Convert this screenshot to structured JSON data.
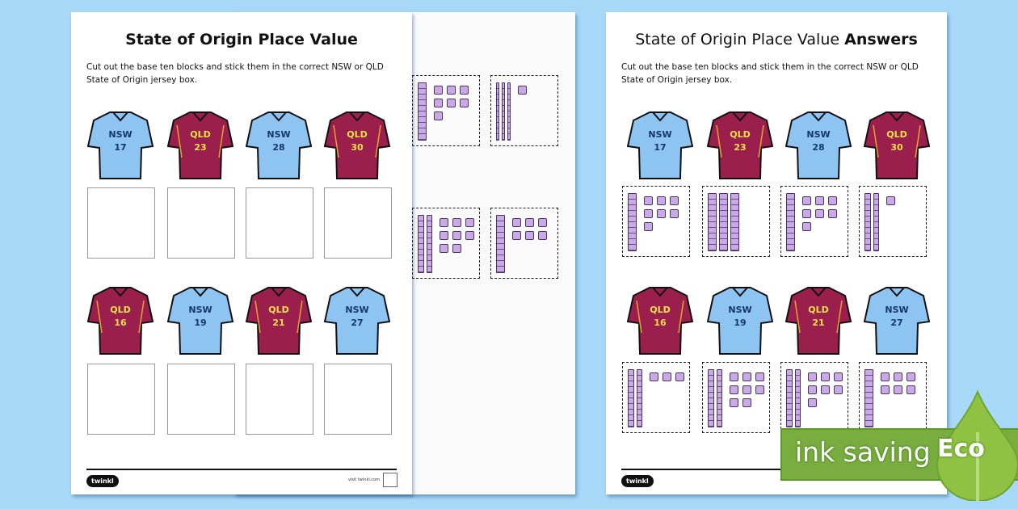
{
  "worksheet": {
    "title": "State of Origin Place Value",
    "instructions": "Cut out the base ten blocks and stick them in the correct NSW or QLD State of Origin jersey box."
  },
  "answers": {
    "title": "State of Origin Place Value",
    "title_bold": "Answers",
    "instructions": "Cut out the base ten blocks and stick them in the correct NSW or QLD State of Origin jersey box."
  },
  "jerseys": [
    {
      "team": "NSW",
      "number": "17"
    },
    {
      "team": "QLD",
      "number": "23"
    },
    {
      "team": "NSW",
      "number": "28"
    },
    {
      "team": "QLD",
      "number": "30"
    },
    {
      "team": "QLD",
      "number": "16"
    },
    {
      "team": "NSW",
      "number": "19"
    },
    {
      "team": "QLD",
      "number": "21"
    },
    {
      "team": "NSW",
      "number": "27"
    }
  ],
  "answer_blocks": [
    {
      "tens": 1,
      "ones": 7
    },
    {
      "tens": 3,
      "ones": 0
    },
    {
      "tens": 1,
      "ones": 7
    },
    {
      "tens": 2,
      "ones": 1
    },
    {
      "tens": 2,
      "ones": 3
    },
    {
      "tens": 2,
      "ones": 8
    },
    {
      "tens": 2,
      "ones": 7
    },
    {
      "tens": 1,
      "ones": 6
    }
  ],
  "cutout_blocks": [
    {
      "tens": 1,
      "ones": 7
    },
    {
      "tens": 3,
      "ones": 1
    },
    {
      "tens": 2,
      "ones": 8
    },
    {
      "tens": 1,
      "ones": 6
    }
  ],
  "footer": {
    "logo": "twinkl",
    "visit": "visit twinkl.com"
  },
  "eco": {
    "label": "ink saving",
    "badge": "Eco"
  },
  "colors": {
    "nsw": "#8ec4f2",
    "qld": "#9b1f4c",
    "nsw_text": "#14386b",
    "qld_text": "#f5e14a",
    "eco": "#79ad3f"
  }
}
